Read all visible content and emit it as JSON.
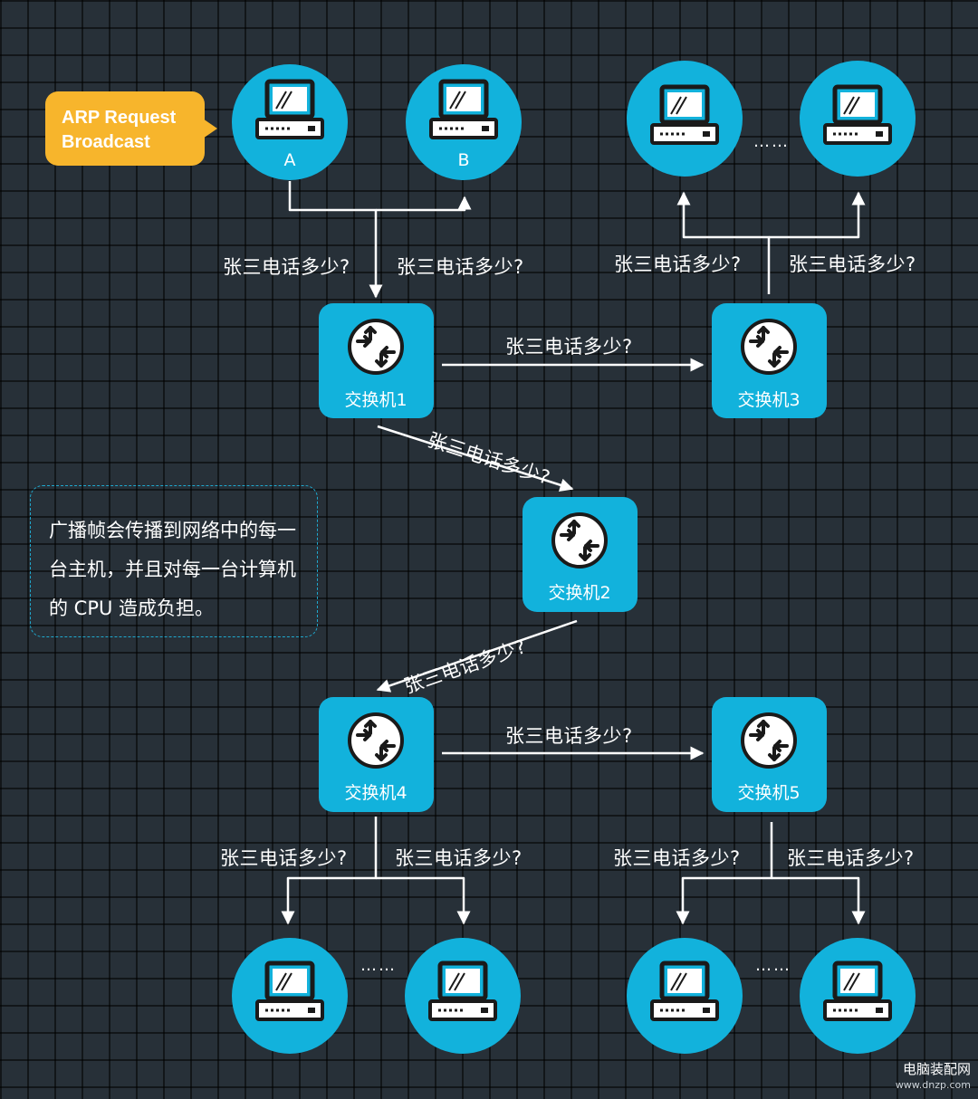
{
  "colors": {
    "node": "#12b2dc",
    "bubble": "#f7b52c",
    "background": "#273038",
    "line": "#ffffff"
  },
  "bubble": {
    "line1": "ARP Request",
    "line2": "Broadcast"
  },
  "hosts": {
    "a": "A",
    "b": "B"
  },
  "switches": [
    "交换机1",
    "交换机2",
    "交换机3",
    "交换机4",
    "交换机5"
  ],
  "message": "张三电话多少?",
  "ellipsis": "……",
  "note": "广播帧会传播到网络中的每一台主机，并且对每一台计算机的 CPU 造成负担。",
  "watermark": {
    "title": "电脑装配网",
    "url": "www.dnzp.com"
  },
  "icons": [
    "computer-icon",
    "router-icon",
    "arrow-icon"
  ]
}
